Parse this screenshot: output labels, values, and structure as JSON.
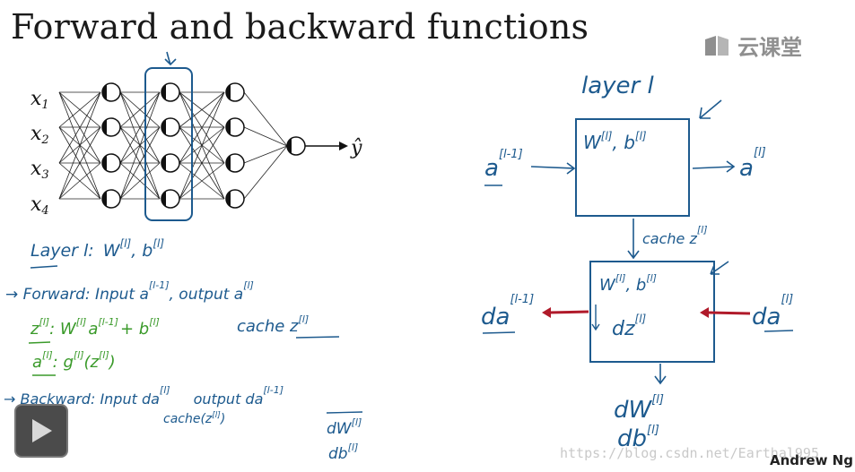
{
  "title": "Forward and backward functions",
  "brand": {
    "name": "云课堂",
    "logo": "book-logo-icon"
  },
  "network": {
    "inputs": [
      "x",
      "x",
      "x",
      "x"
    ],
    "input_subscripts": [
      "1",
      "2",
      "3",
      "4"
    ],
    "output": "ŷ"
  },
  "notes": {
    "layer_def_a": "Layer l:",
    "layer_def_b": "W",
    "layer_def_b_sup": "[l]",
    "layer_def_c": ", b",
    "layer_def_c_sup": "[l]",
    "forward_a": "→ Forward:  Input  a",
    "forward_a_sup": "[l-1]",
    "forward_b": ", output  a",
    "forward_b_sup": "[l]",
    "z_eq_a": "z",
    "z_eq_a_sup": "[l]",
    "z_eq_b": ": W",
    "z_eq_b_sup": "[l]",
    "z_eq_c": "a",
    "z_eq_c_sup": "[l-1]",
    "z_eq_d": "+ b",
    "z_eq_d_sup": "[l]",
    "cache_a": "cache  z",
    "cache_a_sup": "[l]",
    "a_eq_a": "a",
    "a_eq_a_sup": "[l]",
    "a_eq_b": ": g",
    "a_eq_b_sup": "[l]",
    "a_eq_c": "(z",
    "a_eq_c_sup": "[l]",
    "a_eq_d": ")",
    "backward_a": "→ Backward:  Input  da",
    "backward_a_sup": "[l]",
    "backward_b": "output  da",
    "backward_b_sup": "[l-1]",
    "backward_cache": "cache(z",
    "backward_cache_sup": "[l]",
    "backward_cache_end": ")",
    "backward_dw": "dW",
    "backward_dw_sup": "[l]",
    "backward_db": "db",
    "backward_db_sup": "[l]"
  },
  "diagram": {
    "layer_label": "layer l",
    "forward_box_a": "W",
    "forward_box_a_sup": "[l]",
    "forward_box_b": ", b",
    "forward_box_b_sup": "[l]",
    "forward_in": "a",
    "forward_in_sup": "[l-1]",
    "forward_out": "a",
    "forward_out_sup": "[l]",
    "cache_label": "cache  z",
    "cache_label_sup": "[l]",
    "backward_box_a": "W",
    "backward_box_a_sup": "[l]",
    "backward_box_b": ", b",
    "backward_box_b_sup": "[l]",
    "backward_box_dz": "dz",
    "backward_box_dz_sup": "[l]",
    "backward_in": "da",
    "backward_in_sup": "[l]",
    "backward_out": "da",
    "backward_out_sup": "[l-1]",
    "dw": "dW",
    "dw_sup": "[l]",
    "db": "db",
    "db_sup": "[l]"
  },
  "player": {
    "play_icon": "play-icon"
  },
  "watermark": "https://blog.csdn.net/Earthal995",
  "author": "Andrew Ng",
  "colors": {
    "ink": "#1a1a1a",
    "pen_blue": "#1d5a8e",
    "pen_green": "#3a9a2a",
    "pen_red": "#b01a2a",
    "brand_gray": "#8f8f8f"
  }
}
